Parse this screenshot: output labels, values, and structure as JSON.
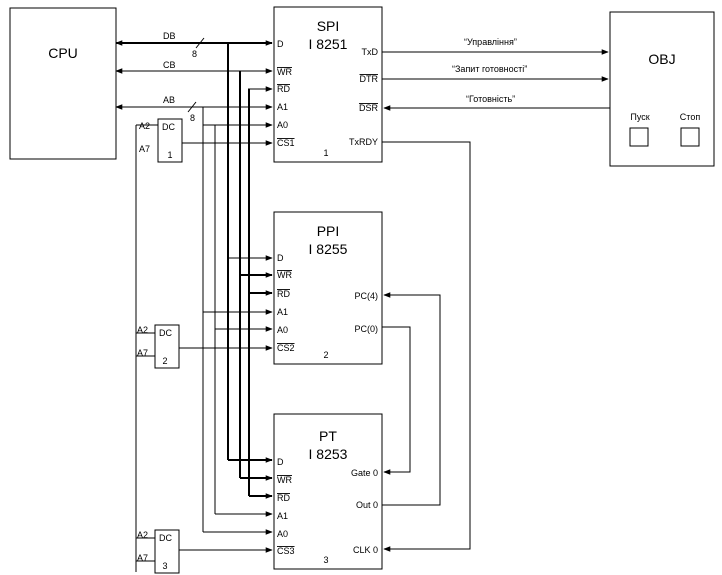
{
  "cpu": {
    "label": "CPU"
  },
  "obj": {
    "label": "OBJ",
    "start_label": "Пуск",
    "stop_label": "Стоп"
  },
  "bus_labels": {
    "db": "DB",
    "cb": "CB",
    "ab": "AB",
    "db_width": "8",
    "ab_width": "8"
  },
  "spi": {
    "name": "SPI",
    "chip": "I 8251",
    "num": "1",
    "pins": {
      "d": "D",
      "wr": "WR",
      "rd": "RD",
      "a1": "A1",
      "a0": "A0",
      "cs": "CS1",
      "txd": "TxD",
      "dtr": "DTR",
      "dsr": "DSR",
      "txrdy": "TxRDY"
    }
  },
  "ppi": {
    "name": "PPI",
    "chip": "I 8255",
    "num": "2",
    "pins": {
      "d": "D",
      "wr": "WR",
      "rd": "RD",
      "a1": "A1",
      "a0": "A0",
      "cs": "CS2",
      "pc4": "PC(4)",
      "pc0": "PC(0)"
    }
  },
  "pt": {
    "name": "PT",
    "chip": "I 8253",
    "num": "3",
    "pins": {
      "d": "D",
      "wr": "WR",
      "rd": "RD",
      "a1": "A1",
      "a0": "A0",
      "cs": "CS3",
      "gate": "Gate 0",
      "out": "Out 0",
      "clk": "CLK 0"
    }
  },
  "signals": {
    "control": "“Управління”",
    "ready_request": "“Запит готовності”",
    "ready": "“Готовність”"
  },
  "decoders": [
    {
      "label": "DC",
      "num": "1",
      "in1": "A2",
      "in2": "A7"
    },
    {
      "label": "DC",
      "num": "2",
      "in1": "A2",
      "in2": "A7"
    },
    {
      "label": "DC",
      "num": "3",
      "in1": "A2",
      "in2": "A7"
    }
  ]
}
